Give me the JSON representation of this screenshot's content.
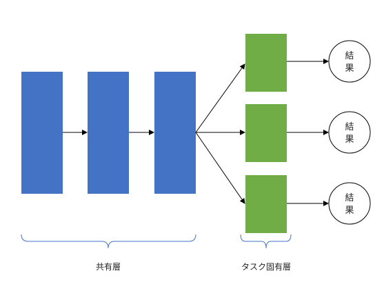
{
  "diagram": {
    "shared_layers": {
      "count": 3,
      "color": "#4472C4"
    },
    "task_layers": {
      "count": 3,
      "color": "#70AD47"
    },
    "result_nodes": [
      {
        "char_top": "結",
        "char_bottom": "果"
      },
      {
        "char_top": "結",
        "char_bottom": "果"
      },
      {
        "char_top": "結",
        "char_bottom": "果"
      }
    ],
    "labels": {
      "shared": "共有層",
      "task_specific": "タスク固有層"
    },
    "bracket_color": "#4472C4"
  }
}
